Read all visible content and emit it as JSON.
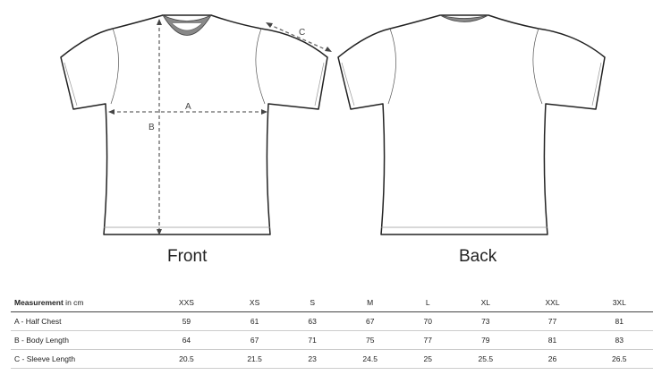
{
  "diagram": {
    "front_label": "Front",
    "back_label": "Back",
    "dimension_labels": {
      "a": "A",
      "b": "B",
      "c": "C"
    }
  },
  "table": {
    "header_bold": "Measurement",
    "header_unit": " in cm",
    "sizes": [
      "XXS",
      "XS",
      "S",
      "M",
      "L",
      "XL",
      "XXL",
      "3XL"
    ],
    "rows": [
      {
        "label": "A - Half Chest",
        "values": [
          "59",
          "61",
          "63",
          "67",
          "70",
          "73",
          "77",
          "81"
        ]
      },
      {
        "label": "B - Body Length",
        "values": [
          "64",
          "67",
          "71",
          "75",
          "77",
          "79",
          "81",
          "83"
        ]
      },
      {
        "label": "C - Sleeve Length",
        "values": [
          "20.5",
          "21.5",
          "23",
          "24.5",
          "25",
          "25.5",
          "26",
          "26.5"
        ]
      }
    ]
  }
}
